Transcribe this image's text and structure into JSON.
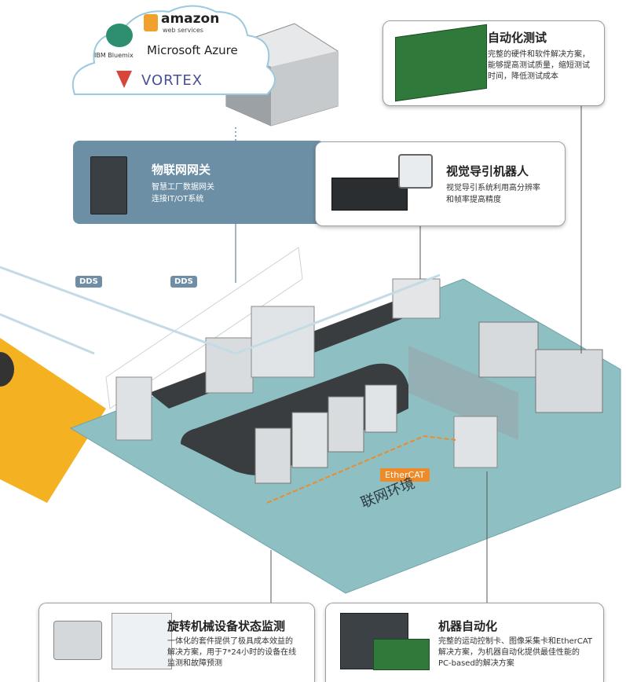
{
  "cloud": {
    "amazon": "amazon",
    "aws": "web services",
    "ibm": "IBM Bluemix",
    "azure": "Microsoft Azure",
    "vortex": "VORTEX"
  },
  "gateway": {
    "title": "物联网网关",
    "desc_line1": "智慧工厂数据网关",
    "desc_line2": "连接IT/OT系统"
  },
  "auto_test": {
    "title": "自动化测试",
    "desc_line1": "完整的硬件和软件解决方案，",
    "desc_line2": "能够提高测试质量，缩短测试",
    "desc_line3": "时间，降低测试成本"
  },
  "vision_robot": {
    "title": "视觉导引机器人",
    "desc_line1": "视觉导引系统利用高分辨率",
    "desc_line2": "和帧率提高精度"
  },
  "condition_monitor": {
    "title": "旋转机械设备状态监测",
    "desc_line1": "一体化的套件提供了极具成本效益的",
    "desc_line2": "解决方案，用于7*24小时的设备在线",
    "desc_line3": "监测和故障预测"
  },
  "machine_automation": {
    "title": "机器自动化",
    "desc_line1": "完整的运动控制卡、图像采集卡和EtherCAT",
    "desc_line2": "解决方案，为机器自动化提供最佳性能的",
    "desc_line3": "PC-based的解决方案"
  },
  "labels": {
    "dds1": "DDS",
    "dds2": "DDS",
    "ethercat": "EtherCAT",
    "network": "联网环境"
  },
  "colors": {
    "floor": "#8ebfc2",
    "gateway_bg": "#6c8fa6",
    "accent_orange": "#ef8a28",
    "yellow_area": "#f4b223"
  }
}
